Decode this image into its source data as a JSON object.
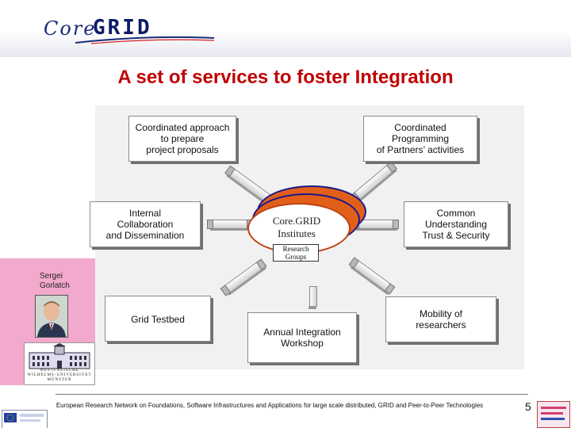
{
  "header": {
    "logo_core": "Core",
    "logo_grid": "GRID",
    "title": "A set of services to foster Integration"
  },
  "boxes": {
    "proposals": "Coordinated approach\nto prepare\nproject proposals",
    "programming": "Coordinated\nProgramming\nof Partners’ activities",
    "internal": "Internal\nCollaboration\nand Dissemination",
    "trust": "Common\nUnderstanding\nTrust & Security",
    "testbed": "Grid Testbed",
    "workshop": "Annual Integration\nWorkshop",
    "mobility": "Mobility of\nresearchers"
  },
  "center": {
    "label_line1": "Core.GRID",
    "label_line2": "Institutes",
    "research_groups": "Research\nGroups"
  },
  "person": {
    "name": "Sergei\nGorlatch"
  },
  "university": {
    "text": "WESTFÄLISCHE\nWILHELMS-UNIVERSITÄT\nMÜNSTER"
  },
  "footer": {
    "text": "European Research Network on Foundations, Software Infrastructures and Applications for large scale distributed, GRID and Peer-to-Peer Technologies",
    "page_number": "5"
  },
  "colors": {
    "title": "#c00000",
    "oval_fill": "#e25f1a",
    "oval_border": "#1a1a8c",
    "pink_bar": "#f2a9cd",
    "logo_blue": "#0d1a66"
  }
}
